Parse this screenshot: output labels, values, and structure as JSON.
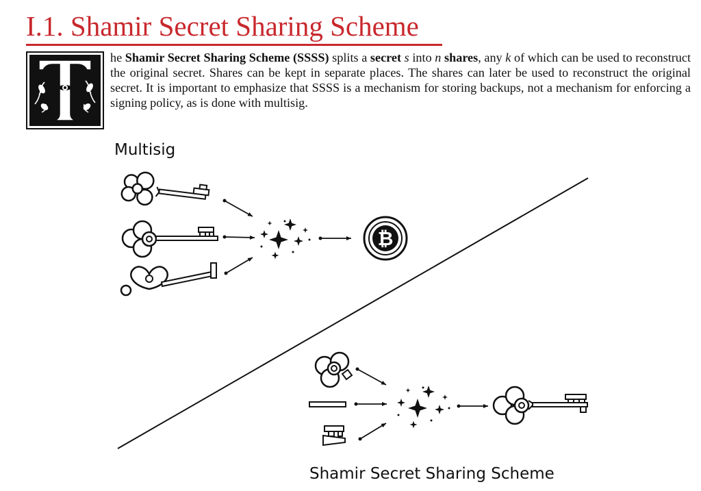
{
  "section": {
    "title": "I.1. Shamir Secret Sharing Scheme"
  },
  "intro": {
    "seg01": "he ",
    "seg02": "Shamir Secret Sharing Scheme (SSSS)",
    "seg03": " splits a ",
    "seg04": "secret",
    "seg05": " ",
    "seg06": "s",
    "seg07": " into ",
    "seg08": "n",
    "seg09": " ",
    "seg10": "shares",
    "seg11": ", any ",
    "seg12": "k",
    "seg13": " of which can be used to reconstruct the original secret. Shares can be kept in separate places. The shares can later be used to reconstruct the original secret. It is important to emphasize that SSSS is a mechanism for storing backups, not a mechanism for enforcing a signing policy, as is done with multisig."
  },
  "figure": {
    "top_label": "Multisig",
    "bottom_label": "Shamir Secret Sharing Scheme"
  },
  "icons": {
    "drop_cap": "decorated-letter-t-icon",
    "key": "key-icon",
    "sparkles": "sparkles-icon",
    "coin": "bitcoin-coin-icon",
    "coin_glyph": "₿"
  },
  "colors": {
    "title": "#c8282d",
    "ink": "#111111"
  }
}
